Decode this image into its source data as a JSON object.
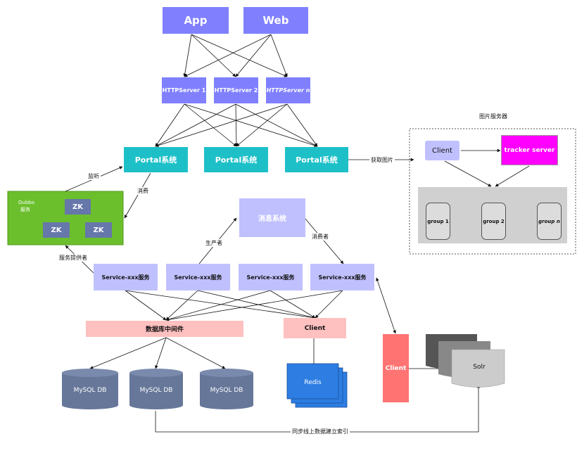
{
  "clients": {
    "app": "App",
    "web": "Web"
  },
  "http_servers": [
    "HTTPServer 1",
    "HTTPServer 2",
    "HTTPServer n"
  ],
  "portals": [
    "Portal系统",
    "Portal系统",
    "Portal系统"
  ],
  "image_server": {
    "title": "图片服务器",
    "client": "Client",
    "tracker": "tracker server",
    "groups": [
      "group 1",
      "group 2",
      "group n"
    ],
    "fetch_label": "获取图片"
  },
  "dubbo": {
    "title_line1": "Dubbo",
    "title_line2": "服务",
    "zk": [
      "ZK",
      "ZK",
      "ZK"
    ],
    "listen_label": "监听",
    "consume_label": "消费",
    "provider_label": "服务提供者"
  },
  "message_system": {
    "label": "消息系统",
    "producer_label": "生产者",
    "consumer_label": "消费者"
  },
  "services": [
    "Service-xxx服务",
    "Service-xxx服务",
    "Service-xxx服务",
    "Service-xxx服务"
  ],
  "db_middleware": "数据库中间件",
  "cache_client": "Client",
  "mysql": [
    "MySQL DB",
    "MySQL DB",
    "MySQL DB"
  ],
  "redis": "Redis",
  "solr_client": "Client",
  "solr": "Solr",
  "sync_label": "同步线上数据建立索引",
  "colors": {
    "purple": "#8080ff",
    "teal": "#1ec0c8",
    "lavender": "#c0c0ff",
    "pink": "#ffc0c0",
    "dubbo_green": "#6bbf2c",
    "zk": "#6677aa",
    "tracker": "#ff00ff",
    "mysql": "#667799",
    "redis": "#2d7de2",
    "solr_client": "#ff7373"
  }
}
